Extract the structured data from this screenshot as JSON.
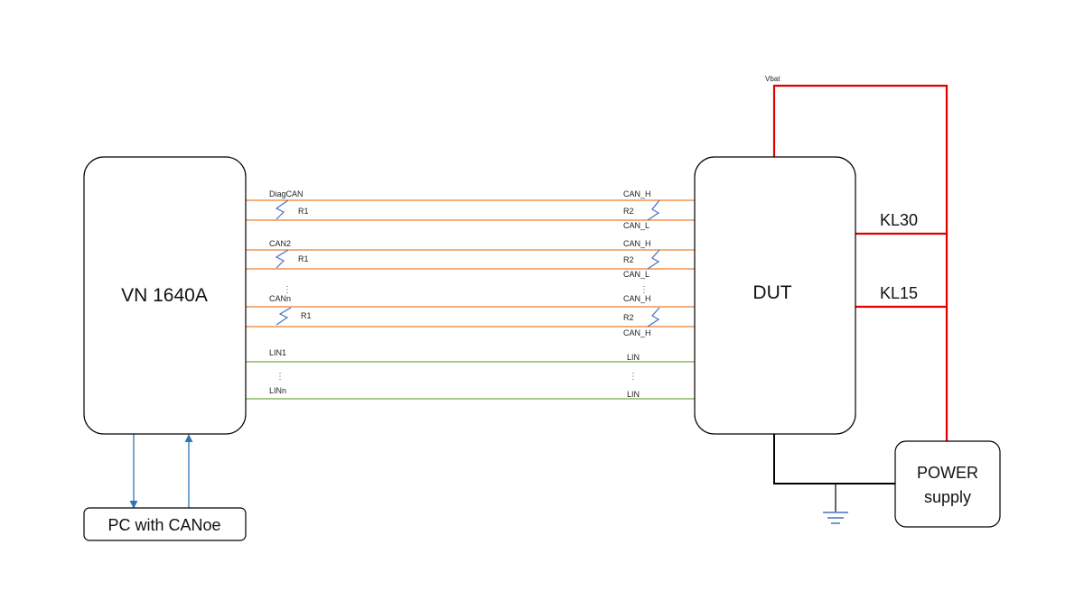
{
  "blocks": {
    "interface": "VN 1640A",
    "dut": "DUT",
    "pc": "PC with CANoe",
    "power_line1": "POWER",
    "power_line2": "supply"
  },
  "power_labels": {
    "vbat": "Vbat",
    "kl30": "KL30",
    "kl15": "KL15"
  },
  "can_buses": [
    {
      "name": "DiagCAN",
      "left_resistor": "R1",
      "right_resistor": "R2",
      "top_right": "CAN_H",
      "bottom_right": "CAN_L"
    },
    {
      "name": "CAN2",
      "left_resistor": "R1",
      "right_resistor": "R2",
      "top_right": "CAN_H",
      "bottom_right": "CAN_L"
    },
    {
      "name": "CANn",
      "left_resistor": "R1",
      "right_resistor": "R2",
      "top_right": "CAN_H",
      "bottom_right": "CAN_H"
    }
  ],
  "lin_buses": [
    {
      "name": "LIN1",
      "right_label": "LIN"
    },
    {
      "name": "LINn",
      "right_label": "LIN"
    }
  ],
  "ellipsis": "⋮",
  "colors": {
    "can_wire": "#ED7D31",
    "lin_wire": "#70AD47",
    "power_wire": "#E00000",
    "ground_wire": "#000000",
    "pc_link": "#2E75B6",
    "resistor": "#4472C4"
  }
}
